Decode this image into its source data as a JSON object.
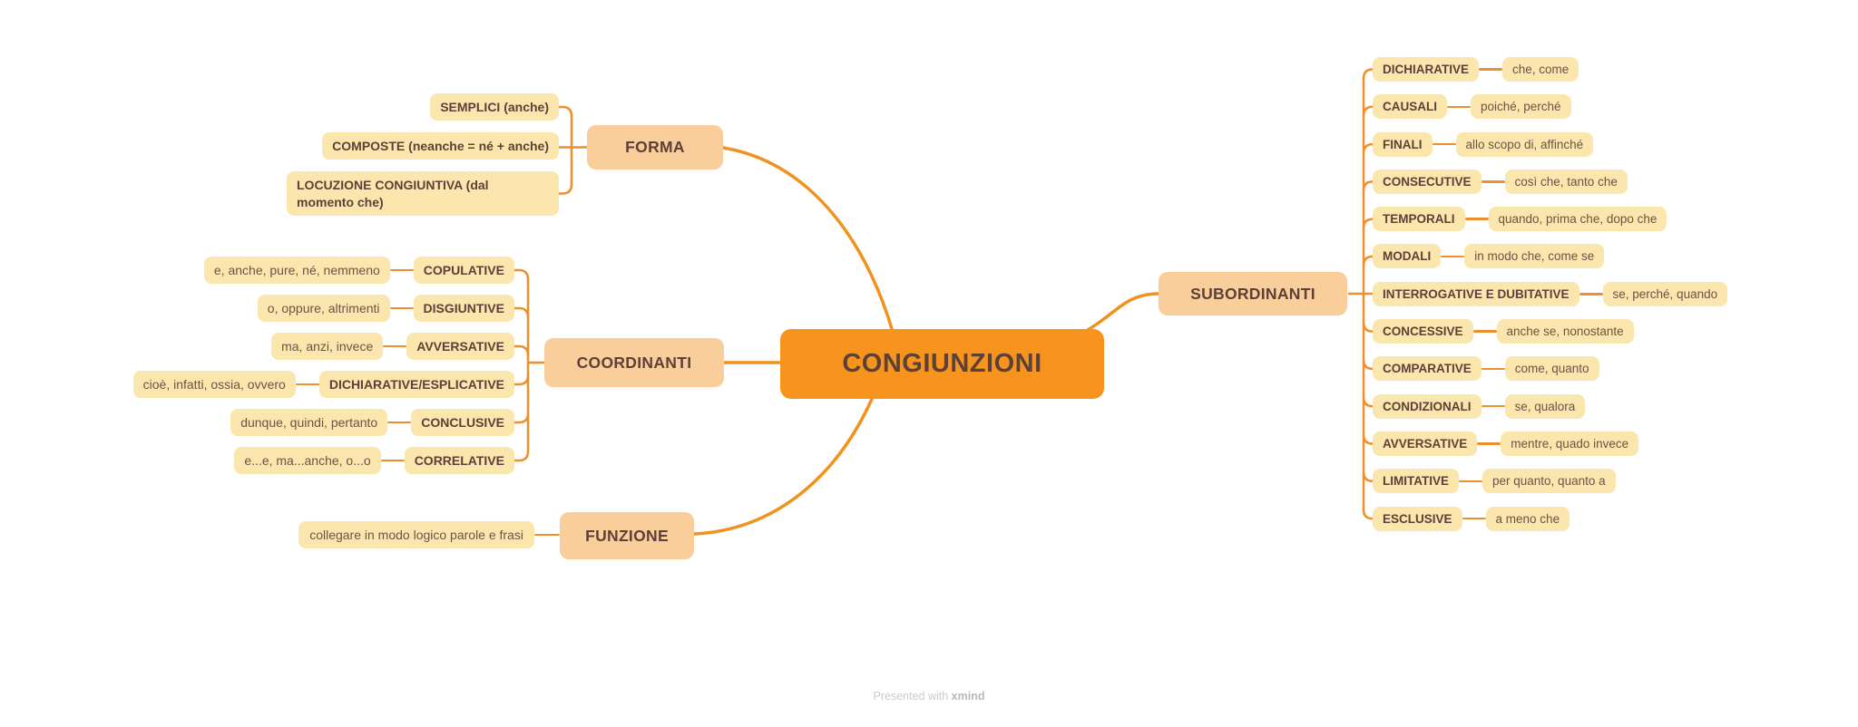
{
  "central": {
    "label": "CONGIUNZIONI"
  },
  "branches": {
    "forma": {
      "label": "FORMA",
      "children": [
        {
          "label": "SEMPLICI (anche)"
        },
        {
          "label": "COMPOSTE (neanche = né + anche)"
        },
        {
          "label": "LOCUZIONE CONGIUNTIVA (dal momento che)"
        }
      ]
    },
    "coordinanti": {
      "label": "COORDINANTI",
      "children": [
        {
          "label": "COPULATIVE",
          "examples": "e, anche, pure, né, nemmeno"
        },
        {
          "label": "DISGIUNTIVE",
          "examples": "o, oppure, altrimenti"
        },
        {
          "label": "AVVERSATIVE",
          "examples": "ma, anzi, invece"
        },
        {
          "label": "DICHIARATIVE/ESPLICATIVE",
          "examples": "cioè, infatti, ossia, ovvero"
        },
        {
          "label": "CONCLUSIVE",
          "examples": "dunque, quindi, pertanto"
        },
        {
          "label": "CORRELATIVE",
          "examples": "e...e, ma...anche, o...o"
        }
      ]
    },
    "funzione": {
      "label": "FUNZIONE",
      "children": [
        {
          "label": "collegare in modo logico parole e frasi"
        }
      ]
    },
    "subordinanti": {
      "label": "SUBORDINANTI",
      "children": [
        {
          "label": "DICHIARATIVE",
          "examples": "che, come"
        },
        {
          "label": "CAUSALI",
          "examples": "poiché, perché"
        },
        {
          "label": "FINALI",
          "examples": "allo scopo di, affinché"
        },
        {
          "label": "CONSECUTIVE",
          "examples": "così che, tanto che"
        },
        {
          "label": "TEMPORALI",
          "examples": "quando, prima che, dopo che"
        },
        {
          "label": "MODALI",
          "examples": "in modo che, come se"
        },
        {
          "label": "INTERROGATIVE E DUBITATIVE",
          "examples": "se, perché, quando"
        },
        {
          "label": "CONCESSIVE",
          "examples": "anche se, nonostante"
        },
        {
          "label": "COMPARATIVE",
          "examples": "come, quanto"
        },
        {
          "label": "CONDIZIONALI",
          "examples": "se, qualora"
        },
        {
          "label": "AVVERSATIVE",
          "examples": "mentre, quado invece"
        },
        {
          "label": "LIMITATIVE",
          "examples": "per quanto, quanto a"
        },
        {
          "label": "ESCLUSIVE",
          "examples": "a meno che"
        }
      ]
    }
  },
  "footer": {
    "presented": "Presented with",
    "brand": "xmind"
  },
  "colors": {
    "central_fill": "#F7941E",
    "branch_fill": "#F9CE9B",
    "leaf_fill": "#FBE7AE",
    "connector": "#EE8F2D",
    "label_text": "#5D4037",
    "example_text": "#6E5244"
  }
}
